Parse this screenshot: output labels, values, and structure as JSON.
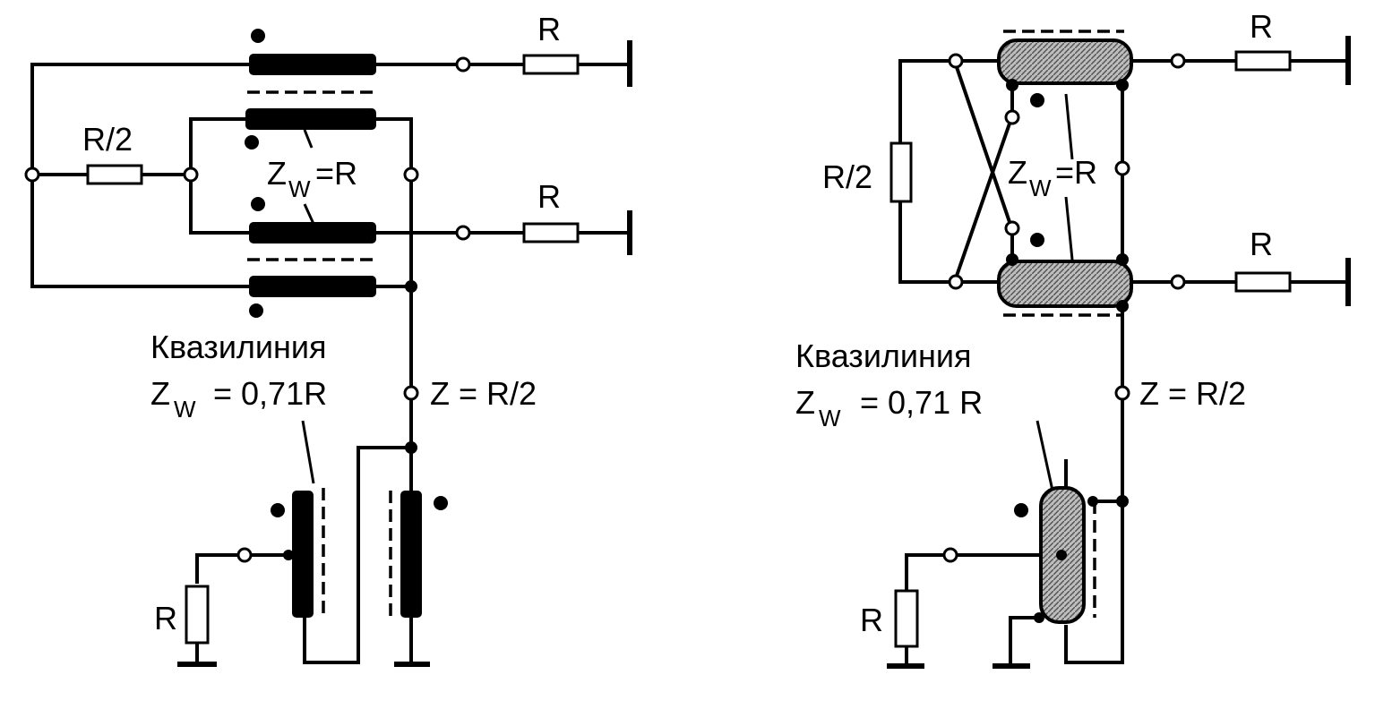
{
  "left": {
    "label_r_top": "R",
    "label_r_half": "R/2",
    "label_r_mid": "R",
    "label_zw_main": "Z",
    "label_zw_main_sub": "W",
    "label_zw_main_rest": "=R",
    "label_quasi": "Квазилиния",
    "label_zw_quasi": "Z",
    "label_zw_quasi_sub": "W",
    "label_zw_quasi_rest": "= 0,71R",
    "label_z": "Z = R/2",
    "label_r_bottom": "R"
  },
  "right": {
    "label_r_top": "R",
    "label_r_half": "R/2",
    "label_r_mid": "R",
    "label_zw_main": "Z",
    "label_zw_main_sub": "W",
    "label_zw_main_rest": "=R",
    "label_quasi": "Квазилиния",
    "label_zw_quasi": "Z",
    "label_zw_quasi_sub": "W",
    "label_zw_quasi_rest": "= 0,71 R",
    "label_z": "Z = R/2",
    "label_r_bottom": "R"
  }
}
